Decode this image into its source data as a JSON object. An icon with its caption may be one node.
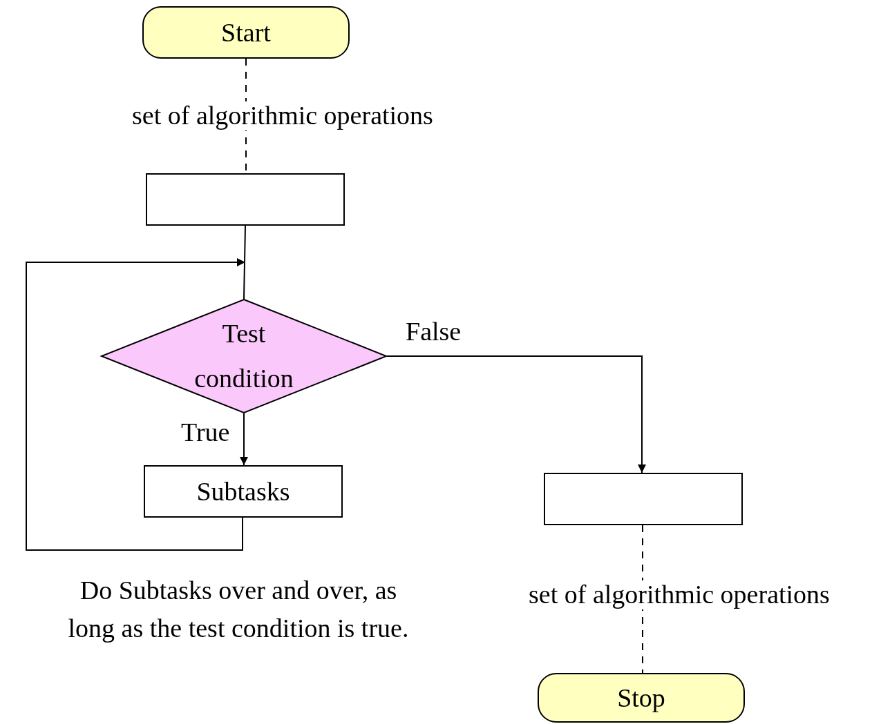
{
  "diagram": {
    "nodes": [
      {
        "text": [
          "Start"
        ]
      },
      {
        "text": [],
        "shape": "box"
      },
      {
        "text": [
          "Test condition"
        ]
      },
      {
        "text": [
          "Subtasks"
        ]
      },
      {
        "text": [],
        "shape": "box"
      },
      {
        "text": [
          "Stop"
        ]
      }
    ],
    "edges": [
      {
        "from": 0,
        "to": 1,
        "arrow": "none",
        "style": "dashed",
        "label": "set of algorithmic operations"
      },
      {
        "from": 1,
        "to": 2,
        "arrow": "none"
      },
      {
        "from": 3,
        "to": null,
        "arrow": "to"
      },
      {
        "from": 2,
        "to": 3,
        "arrow": "to",
        "label": "True"
      },
      {
        "from": 2,
        "to": 4,
        "arrow": "to",
        "label": "False"
      },
      {
        "from": 4,
        "to": 5,
        "arrow": "none",
        "style": "dashed",
        "label": "set of algorithmic operations"
      }
    ],
    "labels": [
      "Do Subtasks over and over, as long as the test condition is true."
    ]
  }
}
